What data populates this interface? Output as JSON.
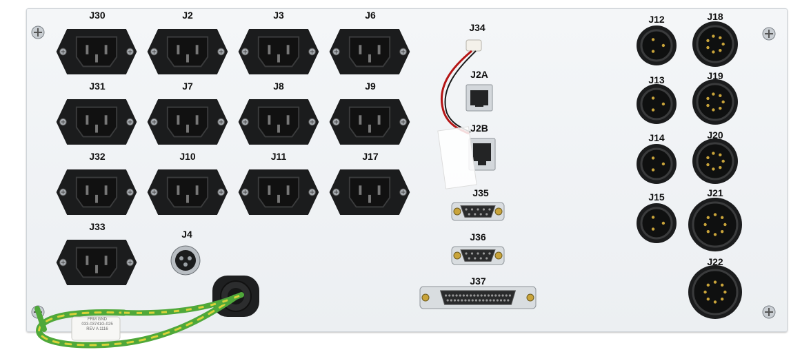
{
  "connectors": {
    "J30": "J30",
    "J2": "J2",
    "J3": "J3",
    "J6": "J6",
    "J31": "J31",
    "J7": "J7",
    "J8": "J8",
    "J9": "J9",
    "J32": "J32",
    "J10": "J10",
    "J11": "J11",
    "J17": "J17",
    "J33": "J33",
    "J4": "J4",
    "J34": "J34",
    "J2A": "J2A",
    "J2B": "J2B",
    "J35": "J35",
    "J36": "J36",
    "J37": "J37",
    "J12": "J12",
    "J13": "J13",
    "J14": "J14",
    "J15": "J15",
    "J18": "J18",
    "J19": "J19",
    "J20": "J20",
    "J21": "J21",
    "J22": "J22"
  },
  "ground_tag": {
    "line1": "FRM GND",
    "line2": "033-03741G-025",
    "line3": "REV A  1116"
  },
  "colors": {
    "panel": "#eef1f4",
    "connector": "#1b1c1d",
    "wire_green": "#4fa83a",
    "wire_yellow": "#d9d23a",
    "wire_red": "#c41a1a"
  }
}
